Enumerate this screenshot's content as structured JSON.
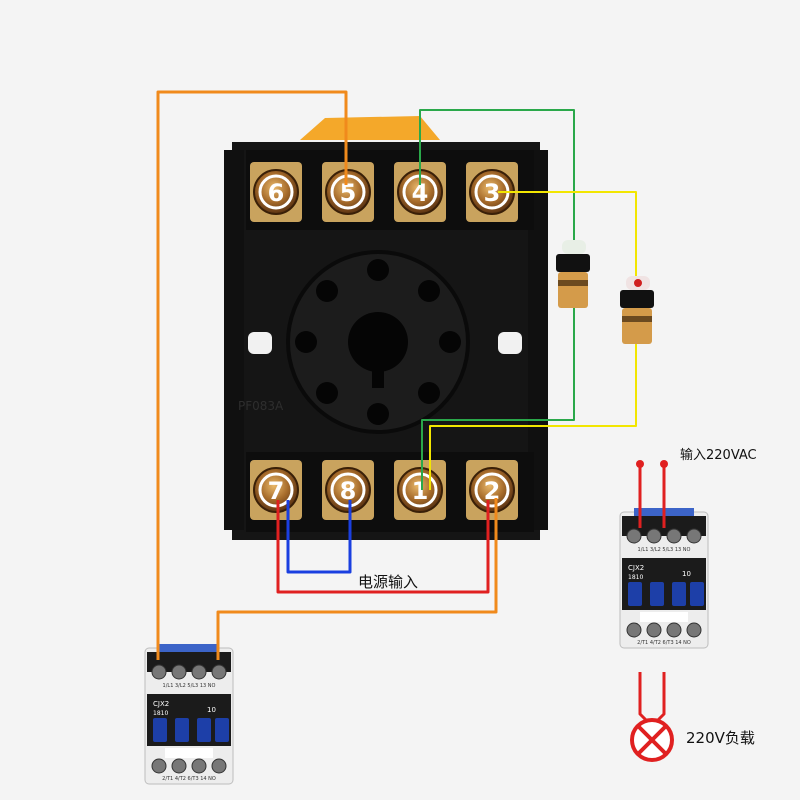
{
  "labels": {
    "power_input": "电源输入",
    "input_220vac": "输入220VAC",
    "load_220v": "220V负载"
  },
  "socket": {
    "model_text": "PF083A",
    "top_terminals": [
      "6",
      "5",
      "4",
      "3"
    ],
    "bottom_terminals": [
      "7",
      "8",
      "1",
      "2"
    ]
  },
  "contactor": {
    "model_line1": "CJX2",
    "model_line2": "1810",
    "rating": "10",
    "top_labels": [
      "1/L1",
      "3/L2",
      "5/L3",
      "13 NO"
    ],
    "bottom_labels": [
      "2/T1",
      "4/T2",
      "6/T3",
      "14 NO"
    ]
  },
  "wire_colors": {
    "orange": "#f08a1c",
    "green": "#2aa84a",
    "yellow": "#f2e600",
    "red": "#e02020",
    "blue": "#1a3fe0"
  }
}
